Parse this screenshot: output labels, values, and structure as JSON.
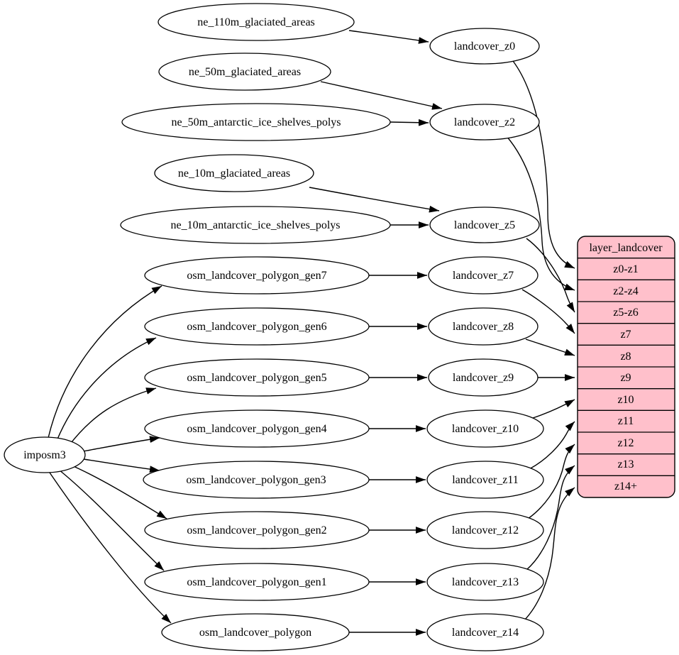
{
  "diagram": {
    "background": "#ffffff",
    "node_fill": "#ffffff",
    "node_stroke": "#000000",
    "edge_color": "#000000",
    "record_fill": "#ffc0cb"
  },
  "nodes": {
    "imposm3": {
      "label": "imposm3"
    },
    "ne110g": {
      "label": "ne_110m_glaciated_areas"
    },
    "ne50g": {
      "label": "ne_50m_glaciated_areas"
    },
    "ne50a": {
      "label": "ne_50m_antarctic_ice_shelves_polys"
    },
    "ne10g": {
      "label": "ne_10m_glaciated_areas"
    },
    "ne10a": {
      "label": "ne_10m_antarctic_ice_shelves_polys"
    },
    "gen7": {
      "label": "osm_landcover_polygon_gen7"
    },
    "gen6": {
      "label": "osm_landcover_polygon_gen6"
    },
    "gen5": {
      "label": "osm_landcover_polygon_gen5"
    },
    "gen4": {
      "label": "osm_landcover_polygon_gen4"
    },
    "gen3": {
      "label": "osm_landcover_polygon_gen3"
    },
    "gen2": {
      "label": "osm_landcover_polygon_gen2"
    },
    "gen1": {
      "label": "osm_landcover_polygon_gen1"
    },
    "poly": {
      "label": "osm_landcover_polygon"
    },
    "z0": {
      "label": "landcover_z0"
    },
    "z2": {
      "label": "landcover_z2"
    },
    "z5": {
      "label": "landcover_z5"
    },
    "z7": {
      "label": "landcover_z7"
    },
    "z8": {
      "label": "landcover_z8"
    },
    "z9": {
      "label": "landcover_z9"
    },
    "z10": {
      "label": "landcover_z10"
    },
    "z11": {
      "label": "landcover_z11"
    },
    "z12": {
      "label": "landcover_z12"
    },
    "z13": {
      "label": "landcover_z13"
    },
    "z14": {
      "label": "landcover_z14"
    }
  },
  "record": {
    "title": "layer_landcover",
    "rows": [
      "z0-z1",
      "z2-z4",
      "z5-z6",
      "z7",
      "z8",
      "z9",
      "z10",
      "z11",
      "z12",
      "z13",
      "z14+"
    ]
  },
  "edges": [
    {
      "from": "ne_110m_glaciated_areas",
      "to": "landcover_z0"
    },
    {
      "from": "ne_50m_glaciated_areas",
      "to": "landcover_z2"
    },
    {
      "from": "ne_50m_antarctic_ice_shelves_polys",
      "to": "landcover_z2"
    },
    {
      "from": "ne_10m_glaciated_areas",
      "to": "landcover_z5"
    },
    {
      "from": "ne_10m_antarctic_ice_shelves_polys",
      "to": "landcover_z5"
    },
    {
      "from": "osm_landcover_polygon_gen7",
      "to": "landcover_z7"
    },
    {
      "from": "osm_landcover_polygon_gen6",
      "to": "landcover_z8"
    },
    {
      "from": "osm_landcover_polygon_gen5",
      "to": "landcover_z9"
    },
    {
      "from": "osm_landcover_polygon_gen4",
      "to": "landcover_z10"
    },
    {
      "from": "osm_landcover_polygon_gen3",
      "to": "landcover_z11"
    },
    {
      "from": "osm_landcover_polygon_gen2",
      "to": "landcover_z12"
    },
    {
      "from": "osm_landcover_polygon_gen1",
      "to": "landcover_z13"
    },
    {
      "from": "osm_landcover_polygon",
      "to": "landcover_z14"
    },
    {
      "from": "imposm3",
      "to": "osm_landcover_polygon_gen7"
    },
    {
      "from": "imposm3",
      "to": "osm_landcover_polygon_gen6"
    },
    {
      "from": "imposm3",
      "to": "osm_landcover_polygon_gen5"
    },
    {
      "from": "imposm3",
      "to": "osm_landcover_polygon_gen4"
    },
    {
      "from": "imposm3",
      "to": "osm_landcover_polygon_gen3"
    },
    {
      "from": "imposm3",
      "to": "osm_landcover_polygon_gen2"
    },
    {
      "from": "imposm3",
      "to": "osm_landcover_polygon_gen1"
    },
    {
      "from": "imposm3",
      "to": "osm_landcover_polygon"
    },
    {
      "from": "landcover_z0",
      "to": "layer_landcover:z0-z1"
    },
    {
      "from": "landcover_z2",
      "to": "layer_landcover:z2-z4"
    },
    {
      "from": "landcover_z5",
      "to": "layer_landcover:z5-z6"
    },
    {
      "from": "landcover_z7",
      "to": "layer_landcover:z7"
    },
    {
      "from": "landcover_z8",
      "to": "layer_landcover:z8"
    },
    {
      "from": "landcover_z9",
      "to": "layer_landcover:z9"
    },
    {
      "from": "landcover_z10",
      "to": "layer_landcover:z10"
    },
    {
      "from": "landcover_z11",
      "to": "layer_landcover:z11"
    },
    {
      "from": "landcover_z12",
      "to": "layer_landcover:z12"
    },
    {
      "from": "landcover_z13",
      "to": "layer_landcover:z13"
    },
    {
      "from": "landcover_z14",
      "to": "layer_landcover:z14+"
    }
  ]
}
